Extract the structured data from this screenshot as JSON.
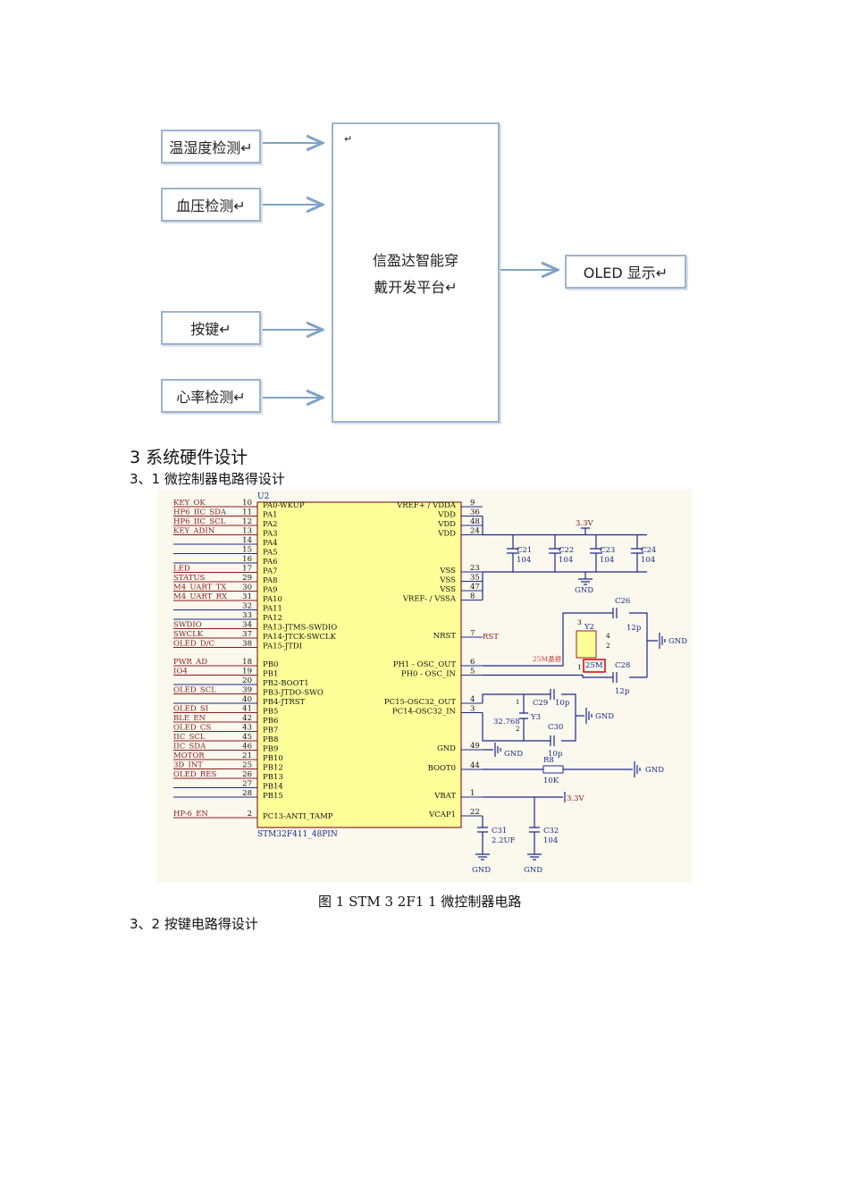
{
  "block_diagram": {
    "inputs": [
      "温湿度检测↵",
      "血压检测↵",
      "按键↵",
      "心率检测↵"
    ],
    "center_label_line1": "信盈达智能穿",
    "center_label_line2": "戴开发平台↵",
    "center_mark": "↵",
    "output": "OLED 显示↵"
  },
  "section3_heading": "3  系统硬件设计",
  "section31_heading": "3、1   微控制器电路得设计",
  "schematic": {
    "ref": "U2",
    "part": "STM32F411_48PIN",
    "left_pins": [
      {
        "net": "KEY_OK",
        "num": "10",
        "name": "PA0-WKUP"
      },
      {
        "net": "HP6_IIC_SDA",
        "num": "11",
        "name": "PA1"
      },
      {
        "net": "HP6_IIC_SCL",
        "num": "12",
        "name": "PA2"
      },
      {
        "net": "KEY_ADIN",
        "num": "13",
        "name": "PA3"
      },
      {
        "net": "",
        "num": "14",
        "name": "PA4"
      },
      {
        "net": "",
        "num": "15",
        "name": "PA5"
      },
      {
        "net": "",
        "num": "16",
        "name": "PA6"
      },
      {
        "net": "LED",
        "num": "17",
        "name": "PA7"
      },
      {
        "net": "STATUS",
        "num": "29",
        "name": "PA8"
      },
      {
        "net": "M4_UART_TX",
        "num": "30",
        "name": "PA9"
      },
      {
        "net": "M4_UART_RX",
        "num": "31",
        "name": "PA10"
      },
      {
        "net": "",
        "num": "32",
        "name": "PA11"
      },
      {
        "net": "",
        "num": "33",
        "name": "PA12"
      },
      {
        "net": "SWDIO",
        "num": "34",
        "name": "PA13-JTMS-SWDIO"
      },
      {
        "net": "SWCLK",
        "num": "37",
        "name": "PA14-JTCK-SWCLK"
      },
      {
        "net": "OLED_D/C",
        "num": "38",
        "name": "PA15-JTDI"
      },
      {
        "net": "PWR_AD",
        "num": "18",
        "name": "PB0"
      },
      {
        "net": "IO4",
        "num": "19",
        "name": "PB1"
      },
      {
        "net": "",
        "num": "20",
        "name": "PB2-BOOT1"
      },
      {
        "net": "OLED_SCL",
        "num": "39",
        "name": "PB3-JTDO-SWO"
      },
      {
        "net": "",
        "num": "40",
        "name": "PB4-JTRST"
      },
      {
        "net": "OLED_SI",
        "num": "41",
        "name": "PB5"
      },
      {
        "net": "BLE_EN",
        "num": "42",
        "name": "PB6"
      },
      {
        "net": "OLED_CS",
        "num": "43",
        "name": "PB7"
      },
      {
        "net": "IIC_SCL",
        "num": "45",
        "name": "PB8"
      },
      {
        "net": "IIC_SDA",
        "num": "46",
        "name": "PB9"
      },
      {
        "net": "MOTOR",
        "num": "21",
        "name": "PB10"
      },
      {
        "net": "3D_INT",
        "num": "25",
        "name": "PB12"
      },
      {
        "net": "OLED_RES",
        "num": "26",
        "name": "PB13"
      },
      {
        "net": "",
        "num": "27",
        "name": "PB14"
      },
      {
        "net": "",
        "num": "28",
        "name": "PB15"
      },
      {
        "net": "HP-6_EN",
        "num": "2",
        "name": "PC13-ANTI_TAMP"
      }
    ],
    "right_pins": [
      {
        "name": "VREF+ / VDDA",
        "num": "9"
      },
      {
        "name": "VDD",
        "num": "36"
      },
      {
        "name": "VDD",
        "num": "48"
      },
      {
        "name": "VDD",
        "num": "24"
      },
      {
        "name": "VSS",
        "num": "23"
      },
      {
        "name": "VSS",
        "num": "35"
      },
      {
        "name": "VSS",
        "num": "47"
      },
      {
        "name": "VREF- / VSSA",
        "num": "8"
      },
      {
        "name": "NRST",
        "num": "7"
      },
      {
        "name": "PH1 - OSC_OUT",
        "num": "6"
      },
      {
        "name": "PH0 - OSC_IN",
        "num": "5"
      },
      {
        "name": "PC15-OSC32_OUT",
        "num": "4"
      },
      {
        "name": "PC14-OSC32_IN",
        "num": "3"
      },
      {
        "name": "GND",
        "num": "49"
      },
      {
        "name": "BOOT0",
        "num": "44"
      },
      {
        "name": "VBAT",
        "num": "1"
      },
      {
        "name": "VCAP1",
        "num": "22"
      }
    ],
    "decoupling_caps": [
      {
        "ref": "C21",
        "val": "104"
      },
      {
        "ref": "C22",
        "val": "104"
      },
      {
        "ref": "C23",
        "val": "104"
      },
      {
        "ref": "C24",
        "val": "104"
      }
    ],
    "power_label": "3.3V",
    "gnd_label": "GND",
    "rst_label": "RST",
    "crystal_hs": {
      "ref": "Y2",
      "val": "25M",
      "note": "25M晶振",
      "c_top_ref": "C26",
      "c_top_val": "12p",
      "c_bot_ref": "C28",
      "c_bot_val": "12p",
      "pins": [
        "3",
        "4",
        "2",
        "1"
      ]
    },
    "crystal_lse": {
      "ref": "Y3",
      "val": "32.768",
      "c_top_ref": "C29",
      "c_top_val": "10p",
      "c_bot_ref": "C30",
      "c_bot_val": "10p",
      "pins": [
        "1",
        "2"
      ]
    },
    "boot_res": {
      "ref": "R8",
      "val": "10K"
    },
    "vcap": {
      "ref": "C31",
      "val": "2.2UF"
    },
    "vbat_cap": {
      "ref": "C32",
      "val": "104"
    }
  },
  "figure_caption": "图 1  STM  3  2F1  1 微控制器电路",
  "section32_heading": "3、2   按键电路得设计"
}
